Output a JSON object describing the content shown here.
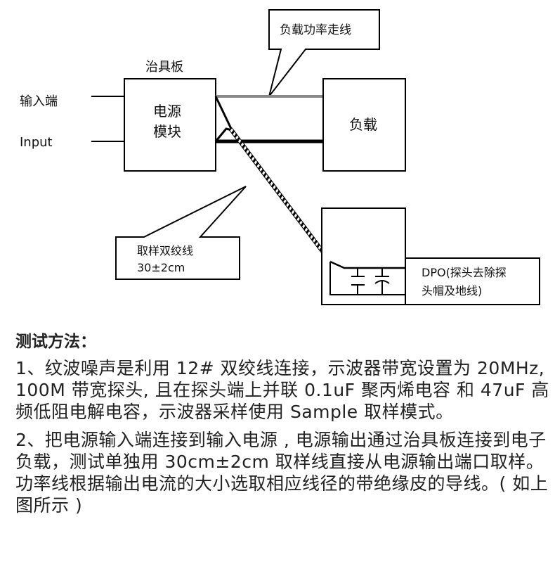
{
  "diagram": {
    "callout_power": "负载功率走线",
    "fixture_label": "治具板",
    "input_cn": "输入端",
    "input_en": "Input",
    "module_line1": "电源",
    "module_line2": "模块",
    "load": "负载",
    "callout_twisted_line1": "取样双绞线",
    "callout_twisted_line2": "30±2cm",
    "dpo_line1": "DPO(探头去除探",
    "dpo_line2": "头帽及地线)"
  },
  "document": {
    "heading": "测试方法：",
    "paragraphs": [
      "1、纹波噪声是利用 12# 双绞线连接，示波器带宽设置为 20MHz, 100M 带宽探头, 且在探头端上并联 0.1uF 聚丙烯电容 和 47uF 高频低阻电解电容，示波器采样使用 Sample 取样模式。",
      "2、把电源输入端连接到输入电源 , 电源输出通过治具板连接到电子负载，测试单独用 30cm±2cm 取样线直接从电源输出端口取样。功率线根据输出电流的大小选取相应线径的带绝缘皮的导线。( 如上图所示 )"
    ]
  }
}
